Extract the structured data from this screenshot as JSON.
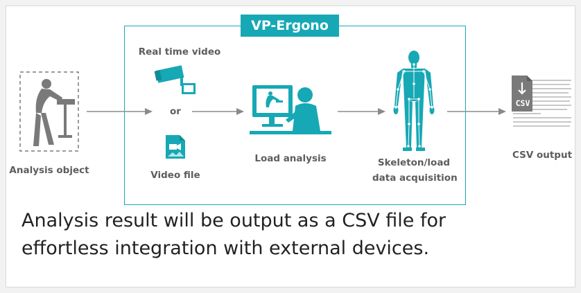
{
  "diagram": {
    "title": "VP-Ergono",
    "analysis_object_label": "Analysis object",
    "real_time_video_label": "Real time video",
    "or_label": "or",
    "video_file_label": "Video file",
    "load_analysis_label": "Load analysis",
    "skeleton_label_line1": "Skeleton/load",
    "skeleton_label_line2": "data acquisition",
    "csv_output_label": "CSV output",
    "csv_icon_text": "CSV",
    "colors": {
      "accent": "#16a8b5",
      "gray": "#7a7a7a",
      "label": "#5d5d5d"
    }
  },
  "caption": {
    "line1": "Analysis result will be output as a CSV file for",
    "line2": "effortless integration with external devices."
  }
}
